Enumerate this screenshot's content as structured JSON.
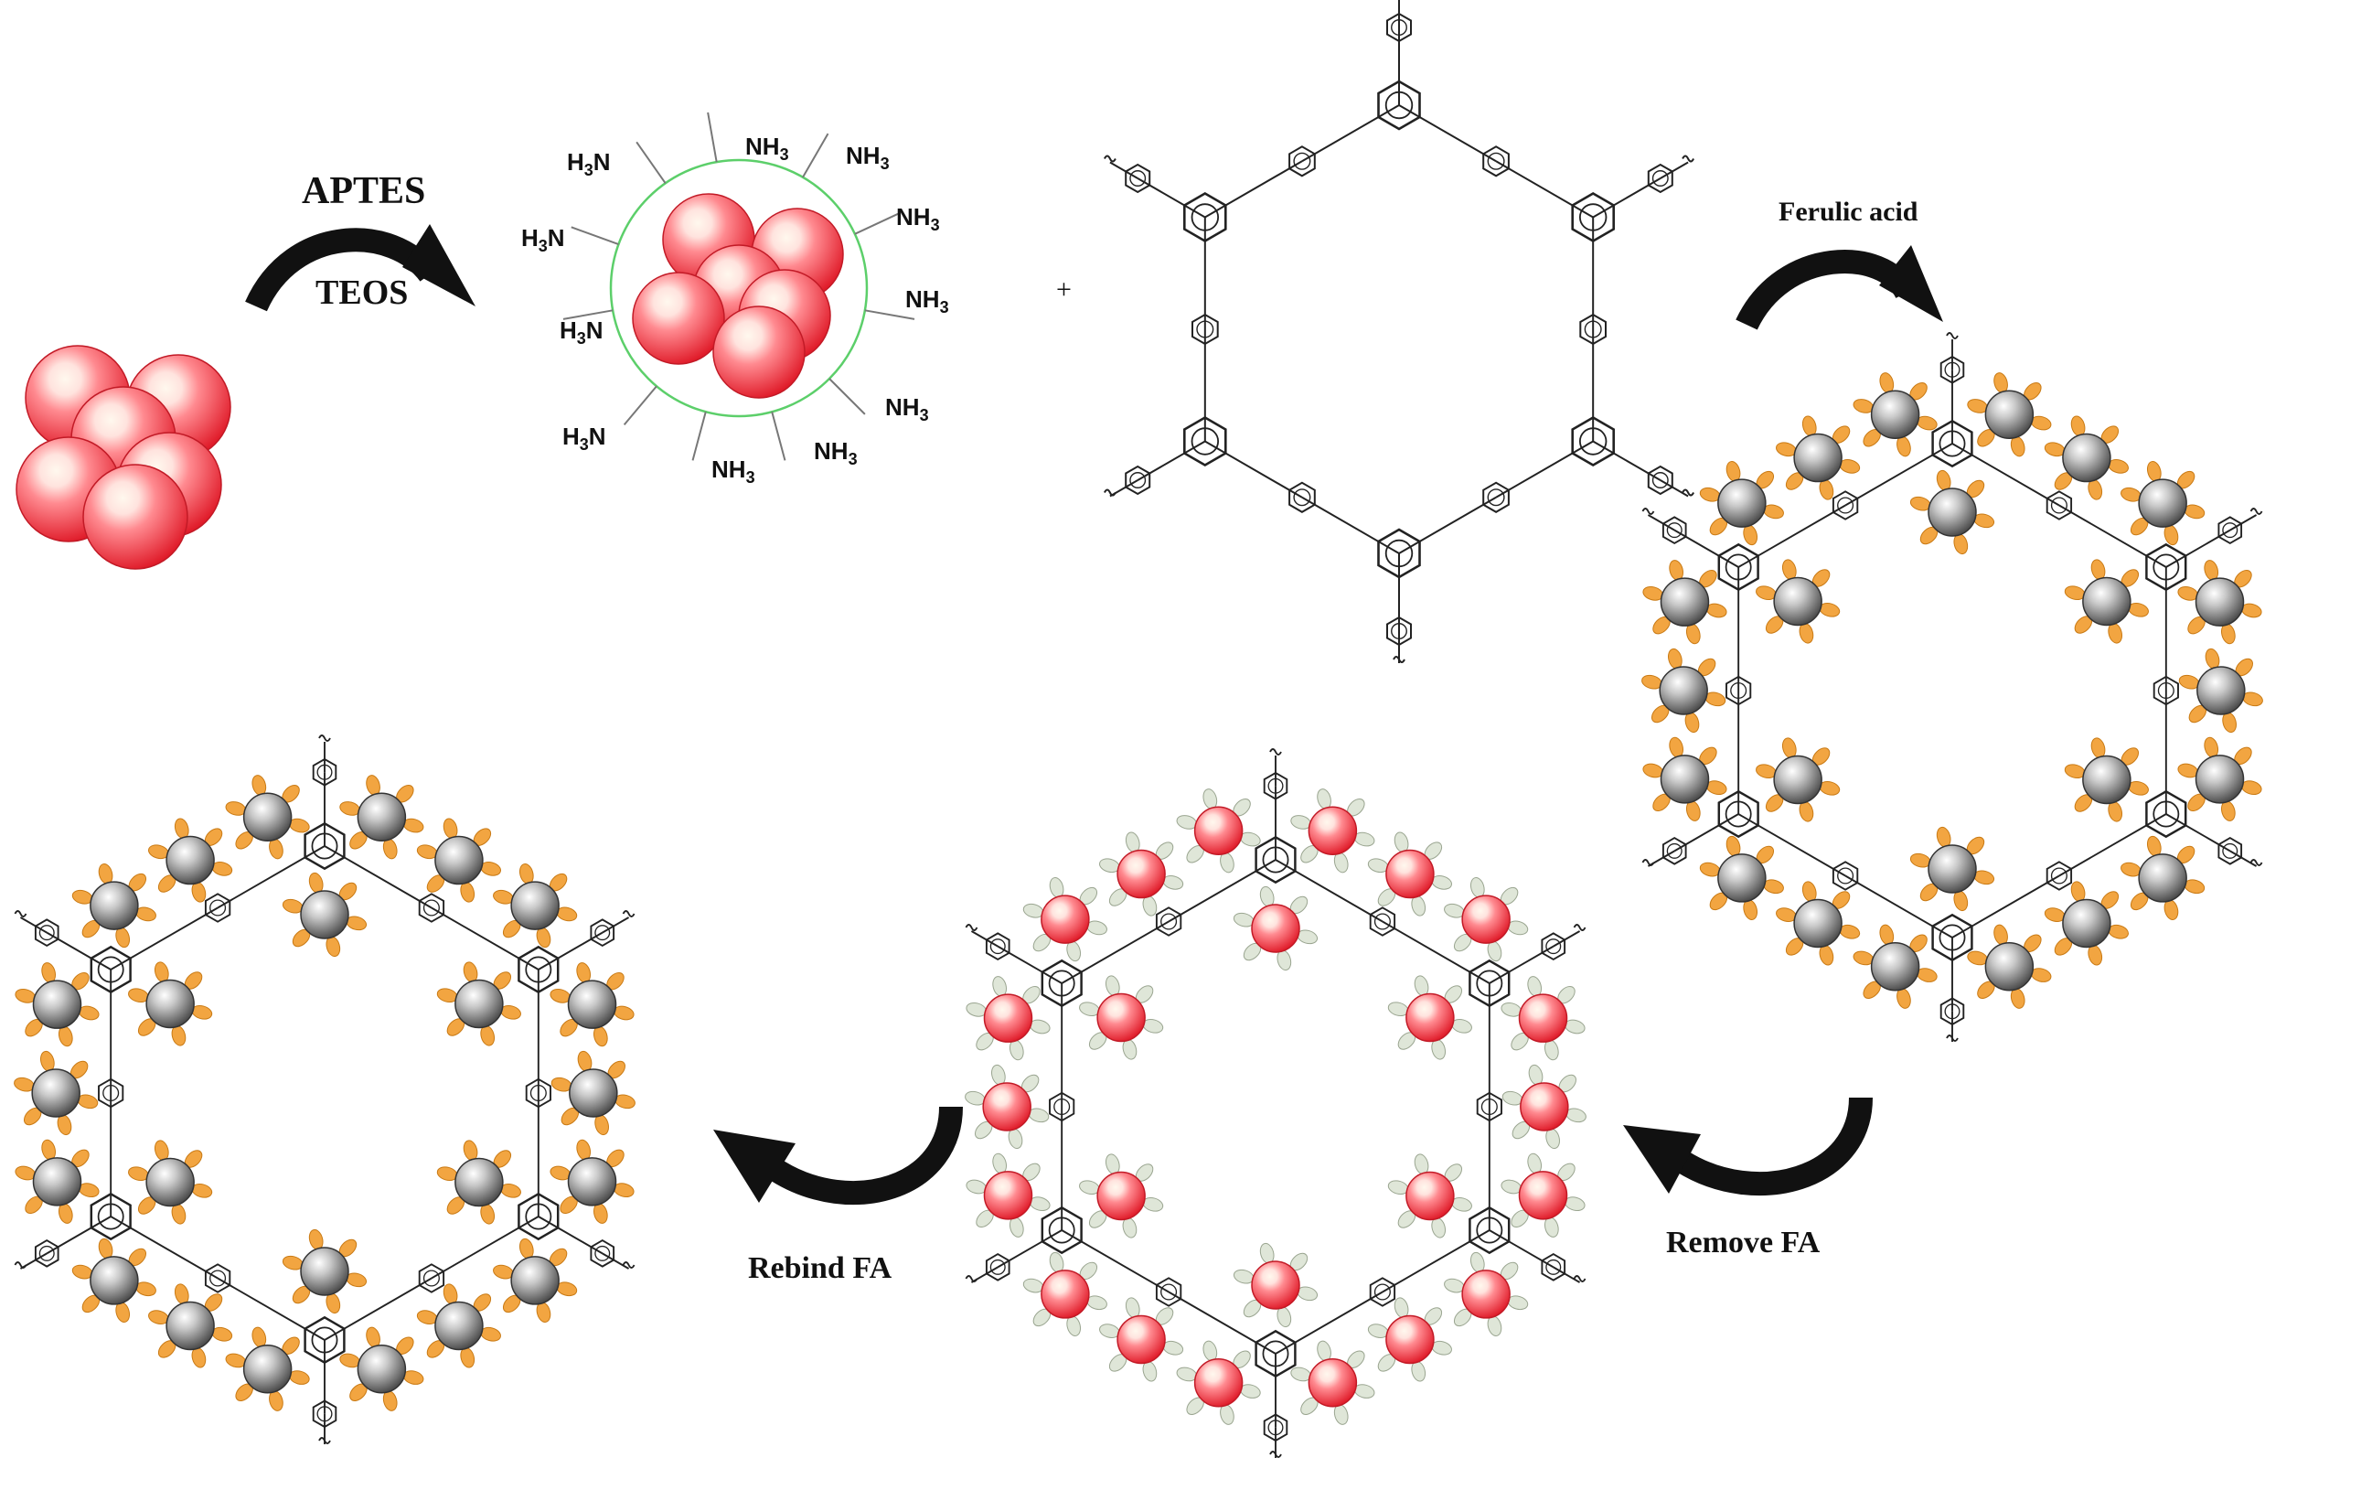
{
  "labels": {
    "aptes": "APTES",
    "teos": "TEOS",
    "ferulic": "Ferulic acid",
    "remove": "Remove FA",
    "rebind": "Rebind FA",
    "plus": "+"
  },
  "amine": {
    "h3n_prefix": "H",
    "h3n_sub": "3",
    "h3n_suffix": "N",
    "nh3_prefix": "NH",
    "nh3_sub": "3"
  },
  "colors": {
    "particle": "#f0474e",
    "silica_shell": "#5ccf6a",
    "template": "#8a8a8a",
    "template_petal": "#f2a541",
    "empty_petal": "#dfe6d8",
    "arrow": "#111111"
  }
}
